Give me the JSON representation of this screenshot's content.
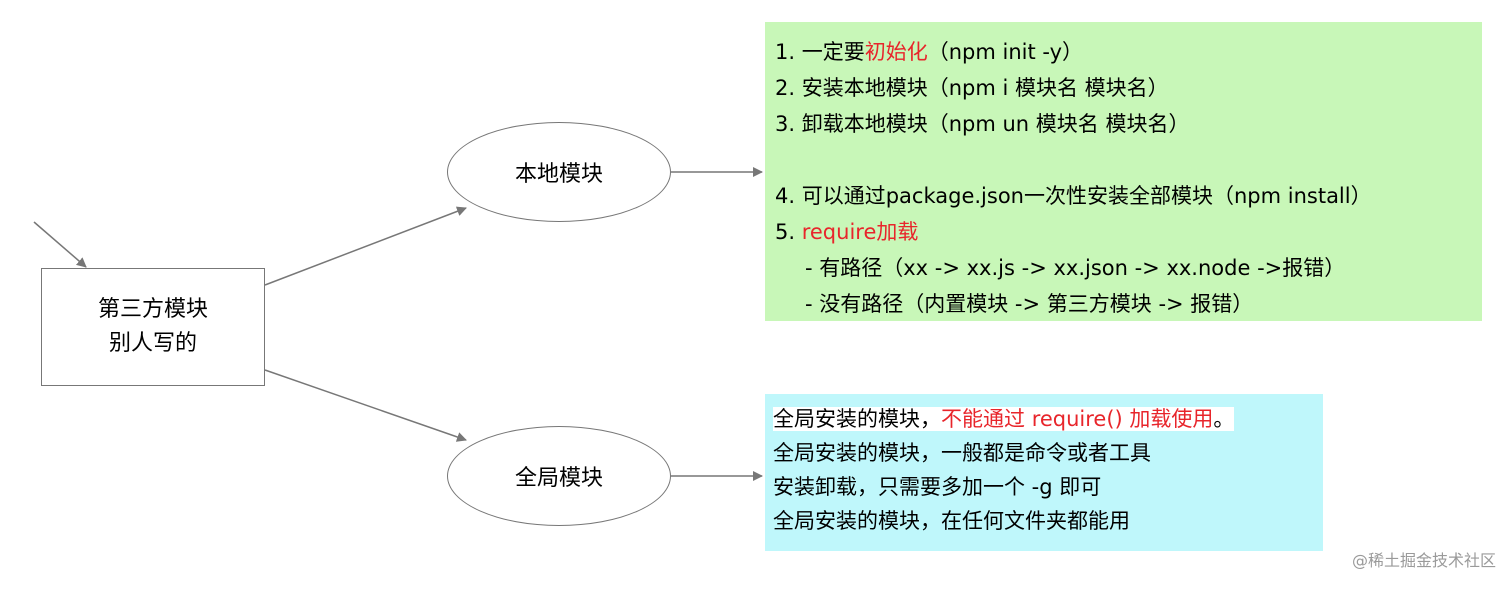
{
  "colors": {
    "green_panel": "#c8f7b8",
    "cyan_panel": "#bff7fb",
    "highlight_red": "#e8252b",
    "stroke": "#777777"
  },
  "root_node": {
    "line1": "第三方模块",
    "line2": "别人写的"
  },
  "local_node": {
    "label": "本地模块"
  },
  "global_node": {
    "label": "全局模块"
  },
  "local_notes": {
    "l1_prefix": "1. 一定要",
    "l1_red": "初始化",
    "l1_suffix": "（npm init -y）",
    "l2": "2. 安装本地模块（npm i 模块名 模块名）",
    "l3": "3. 卸载本地模块（npm un 模块名 模块名）",
    "l4": "4. 可以通过package.json一次性安装全部模块（npm install）",
    "l5_prefix": "5. ",
    "l5_red": "require加载",
    "l6": "- 有路径（xx -> xx.js -> xx.json -> xx.node ->报错）",
    "l7": "- 没有路径（内置模块 -> 第三方模块 -> 报错）"
  },
  "global_notes": {
    "l1_prefix": "全局安装的模块，",
    "l1_red1": "不能通过 ",
    "l1_red2": "require()",
    "l1_red3": " 加载使用",
    "l1_suffix": "。",
    "l2": "全局安装的模块，一般都是命令或者工具",
    "l3": "安装卸载，只需要多加一个 -g 即可",
    "l4": "全局安装的模块，在任何文件夹都能用"
  },
  "watermark": "@稀土掘金技术社区"
}
